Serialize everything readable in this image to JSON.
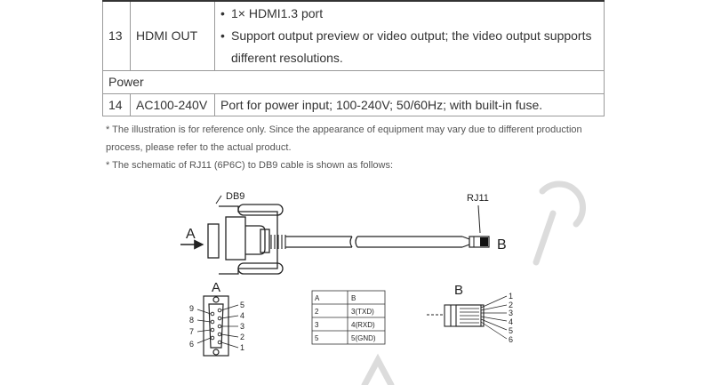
{
  "table": {
    "rows": [
      {
        "num": "13",
        "name": "HDMI OUT",
        "bullets": [
          "1× HDMI1.3 port",
          "Support output preview or video output; the video output supports different resolutions."
        ]
      }
    ],
    "section": "Power",
    "power_row": {
      "num": "14",
      "name": "AC100-240V",
      "desc": "Port for power input; 100-240V; 50/60Hz; with built-in fuse."
    }
  },
  "notes": {
    "note1": "* The illustration is for reference only. Since the appearance of equipment may vary due to different production process, please refer to the actual product.",
    "note2": "* The schematic of RJ11 (6P6C) to DB9 cable is shown as follows:"
  },
  "diagram": {
    "db9_label": "DB9",
    "rj11_label": "RJ11",
    "end_a": "A",
    "end_b": "B",
    "db9_pins_left": [
      "9",
      "8",
      "7",
      "6"
    ],
    "db9_pins_right": [
      "5",
      "4",
      "3",
      "2",
      "1"
    ],
    "rj11_pins": [
      "1",
      "2",
      "3",
      "4",
      "5",
      "6"
    ],
    "mapping_header": [
      "A",
      "B"
    ],
    "mapping_rows": [
      [
        "2",
        "3(TXD)"
      ],
      [
        "3",
        "4(RXD)"
      ],
      [
        "5",
        "5(GND)"
      ]
    ]
  }
}
